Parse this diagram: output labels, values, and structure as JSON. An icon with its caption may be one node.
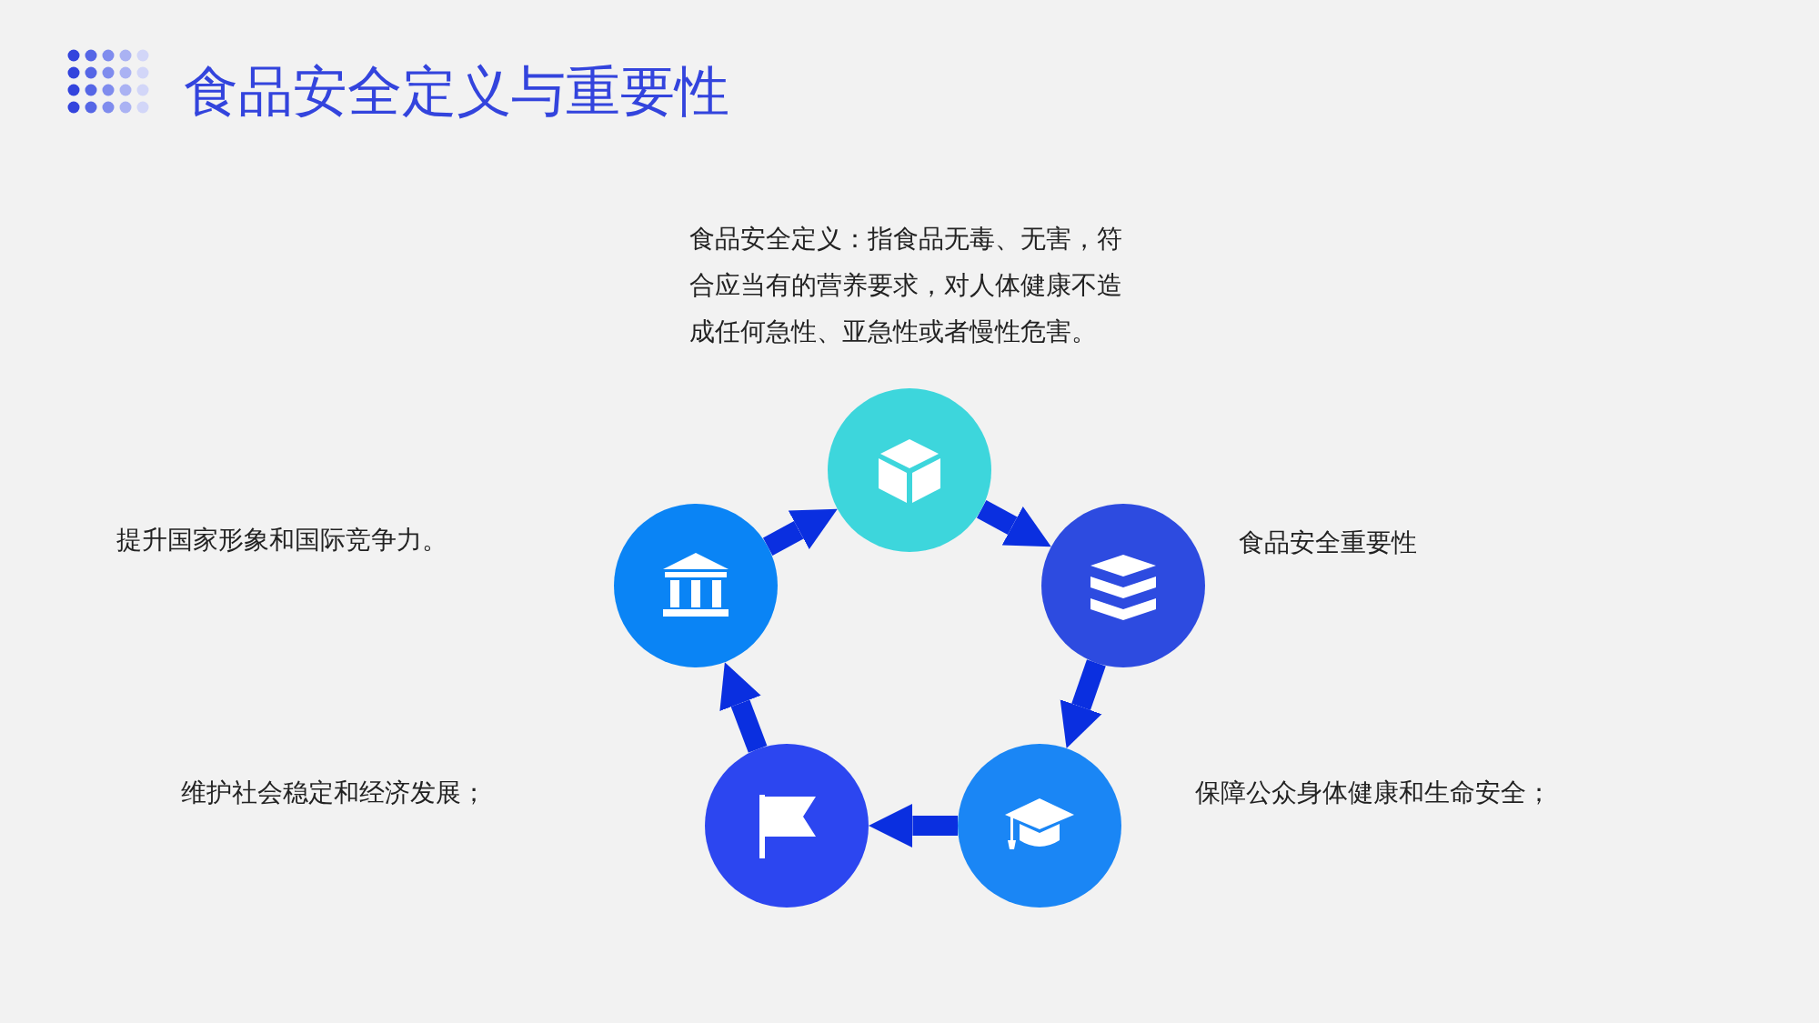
{
  "diagram": {
    "title": "食品安全定义与重要性",
    "nodes": [
      {
        "text": [],
        "shape": "circle",
        "beside": [
          "食品安全定义：指食品无毒、无害，符合应当有的营养要求，对人体健康不造成任何急性、亚急性或者慢性危害。"
        ]
      },
      {
        "text": [],
        "shape": "circle",
        "beside": [
          "食品安全重要性"
        ]
      },
      {
        "text": [],
        "shape": "circle",
        "beside": [
          "保障公众身体健康和生命安全；"
        ]
      },
      {
        "text": [],
        "shape": "circle"
      },
      {
        "text": [],
        "shape": "circle"
      }
    ],
    "edges": [
      {
        "from": 0,
        "to": 1,
        "arrow": "to"
      },
      {
        "from": 1,
        "to": 2,
        "arrow": "to"
      },
      {
        "from": 2,
        "to": 3,
        "arrow": "to"
      },
      {
        "from": 3,
        "to": 4,
        "arrow": "to"
      },
      {
        "from": 4,
        "to": 0,
        "arrow": "to"
      }
    ],
    "labels": [
      "提升国家形象和国际竞争力。",
      "维护社会稳定和经济发展；"
    ]
  }
}
